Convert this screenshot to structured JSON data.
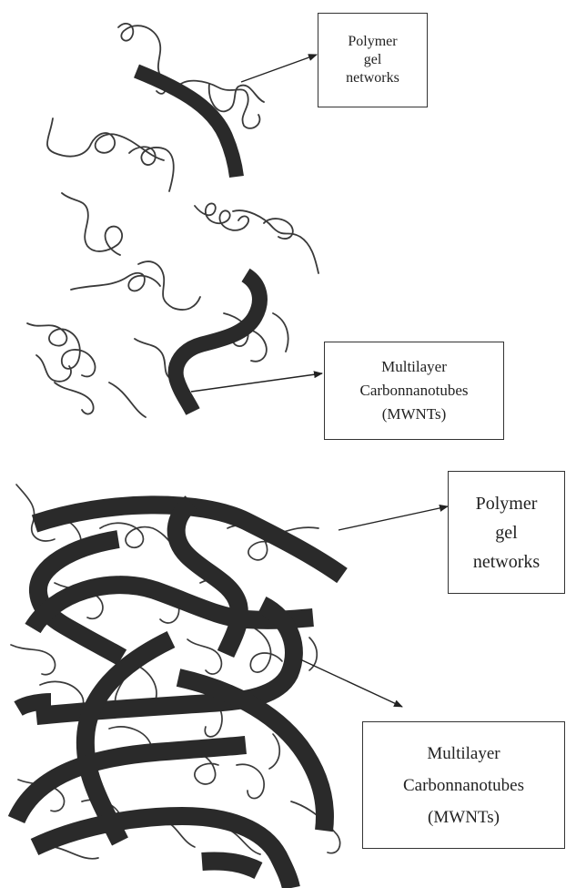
{
  "labels": {
    "top_polymer": [
      "Polymer",
      "gel",
      "networks"
    ],
    "top_mwnt": [
      "Multilayer",
      "Carbonnanotubes",
      "(MWNTs)"
    ],
    "bottom_polymer": [
      "Polymer",
      "gel",
      "networks"
    ],
    "bottom_mwnt": [
      "Multilayer",
      "Carbonnanotubes",
      "(MWNTs)"
    ]
  },
  "colors": {
    "tube": "#2a2a2a",
    "polymer_chain": "#3a3a3a",
    "arrow": "#222222",
    "box_border": "#333333"
  }
}
